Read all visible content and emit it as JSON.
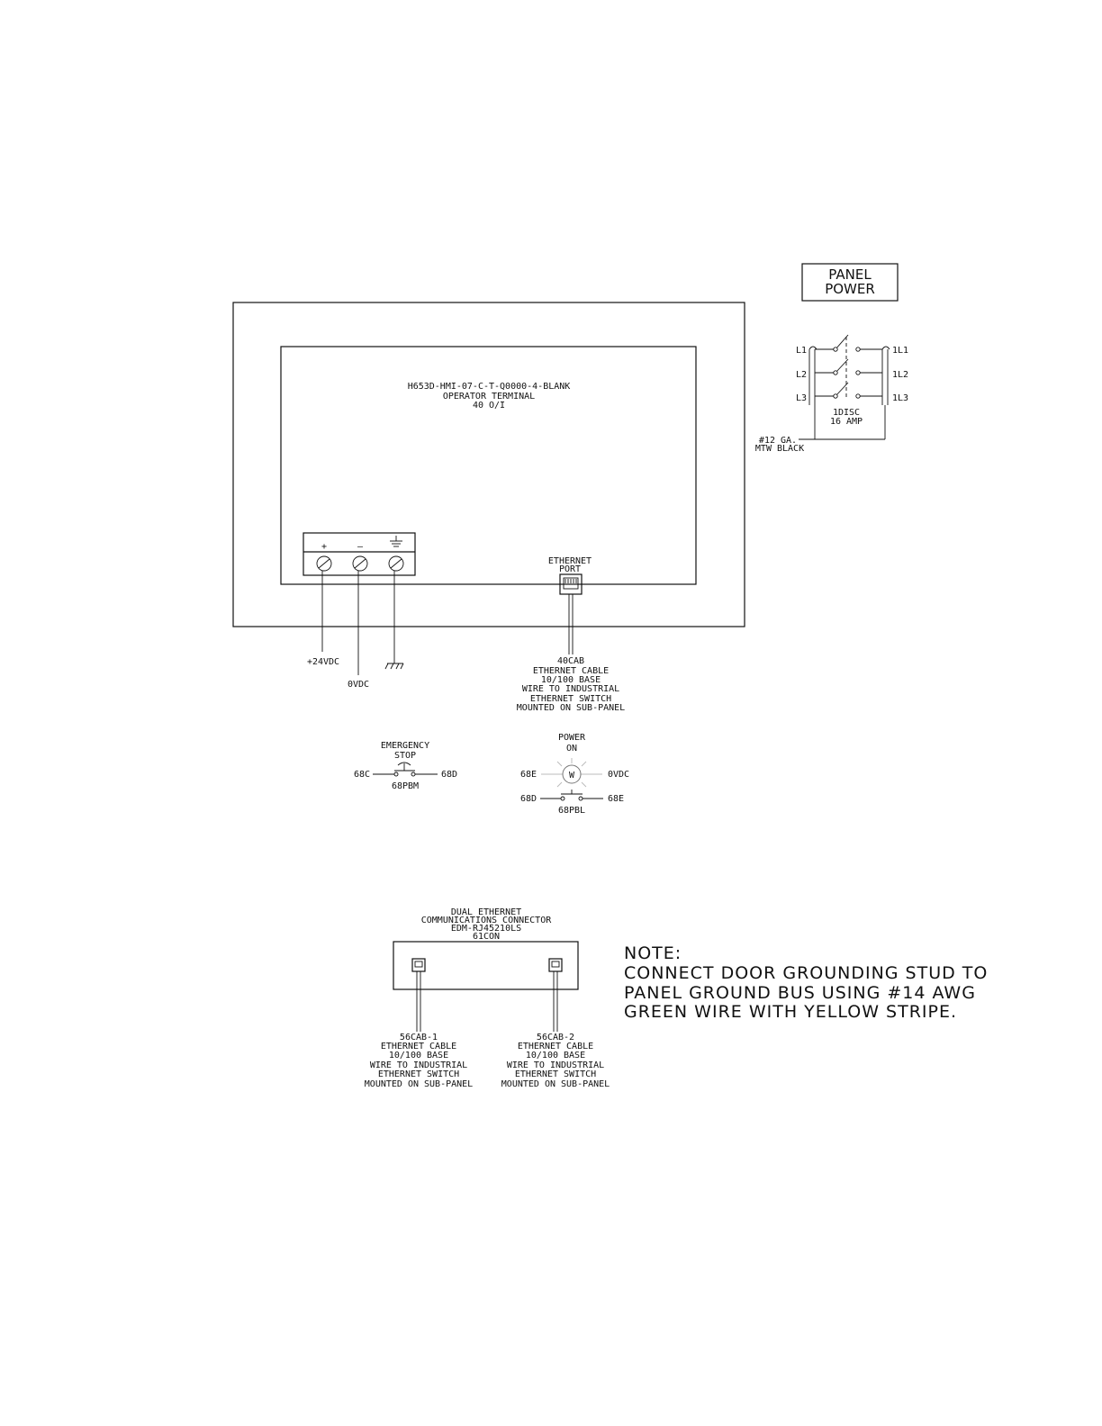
{
  "panel_power": {
    "line1": "PANEL",
    "line2": "POWER"
  },
  "disconnect": {
    "in_labels": [
      "L1",
      "L2",
      "L3"
    ],
    "out_labels": [
      "1L1",
      "1L2",
      "1L3"
    ],
    "tag": "1DISC",
    "rating": "16 AMP",
    "wire_line1": "#12 GA.",
    "wire_line2": "MTW BLACK"
  },
  "operator_terminal": {
    "model": "H653D-HMI-07-C-T-Q0000-4-BLANK",
    "name": "OPERATOR TERMINAL",
    "io": "40 O/I",
    "terminals": [
      "+",
      "–"
    ],
    "ethernet_port_line1": "ETHERNET",
    "ethernet_port_line2": "PORT"
  },
  "power_labels": {
    "plus24": "+24VDC",
    "zero": "0VDC"
  },
  "terminal_cable": {
    "lines": [
      "40CAB",
      "ETHERNET CABLE",
      "10/100 BASE",
      "WIRE TO INDUSTRIAL",
      "ETHERNET SWITCH",
      "MOUNTED ON SUB-PANEL"
    ]
  },
  "emergency_stop": {
    "title1": "EMERGENCY",
    "title2": "STOP",
    "left": "68C",
    "right": "68D",
    "tag": "68PBM"
  },
  "power_on": {
    "title1": "POWER",
    "title2": "ON",
    "lamp_left": "68E",
    "lamp_right": "0VDC",
    "lamp_letter": "W",
    "pb_left": "68D",
    "pb_right": "68E",
    "tag": "68PBL"
  },
  "dual_connector": {
    "lines": [
      "DUAL ETHERNET",
      "COMMUNICATIONS CONNECTOR",
      "EDM-RJ45210LS",
      "61CON"
    ]
  },
  "cable_1": {
    "lines": [
      "56CAB-1",
      "ETHERNET CABLE",
      "10/100 BASE",
      "WIRE TO INDUSTRIAL",
      "ETHERNET SWITCH",
      "MOUNTED ON SUB-PANEL"
    ]
  },
  "cable_2": {
    "lines": [
      "56CAB-2",
      "ETHERNET CABLE",
      "10/100 BASE",
      "WIRE TO INDUSTRIAL",
      "ETHERNET SWITCH",
      "MOUNTED ON SUB-PANEL"
    ]
  },
  "note": {
    "heading": "NOTE:",
    "lines": [
      "CONNECT DOOR GROUNDING STUD TO",
      "PANEL GROUND BUS USING #14 AWG",
      "GREEN WIRE WITH YELLOW STRIPE."
    ]
  }
}
